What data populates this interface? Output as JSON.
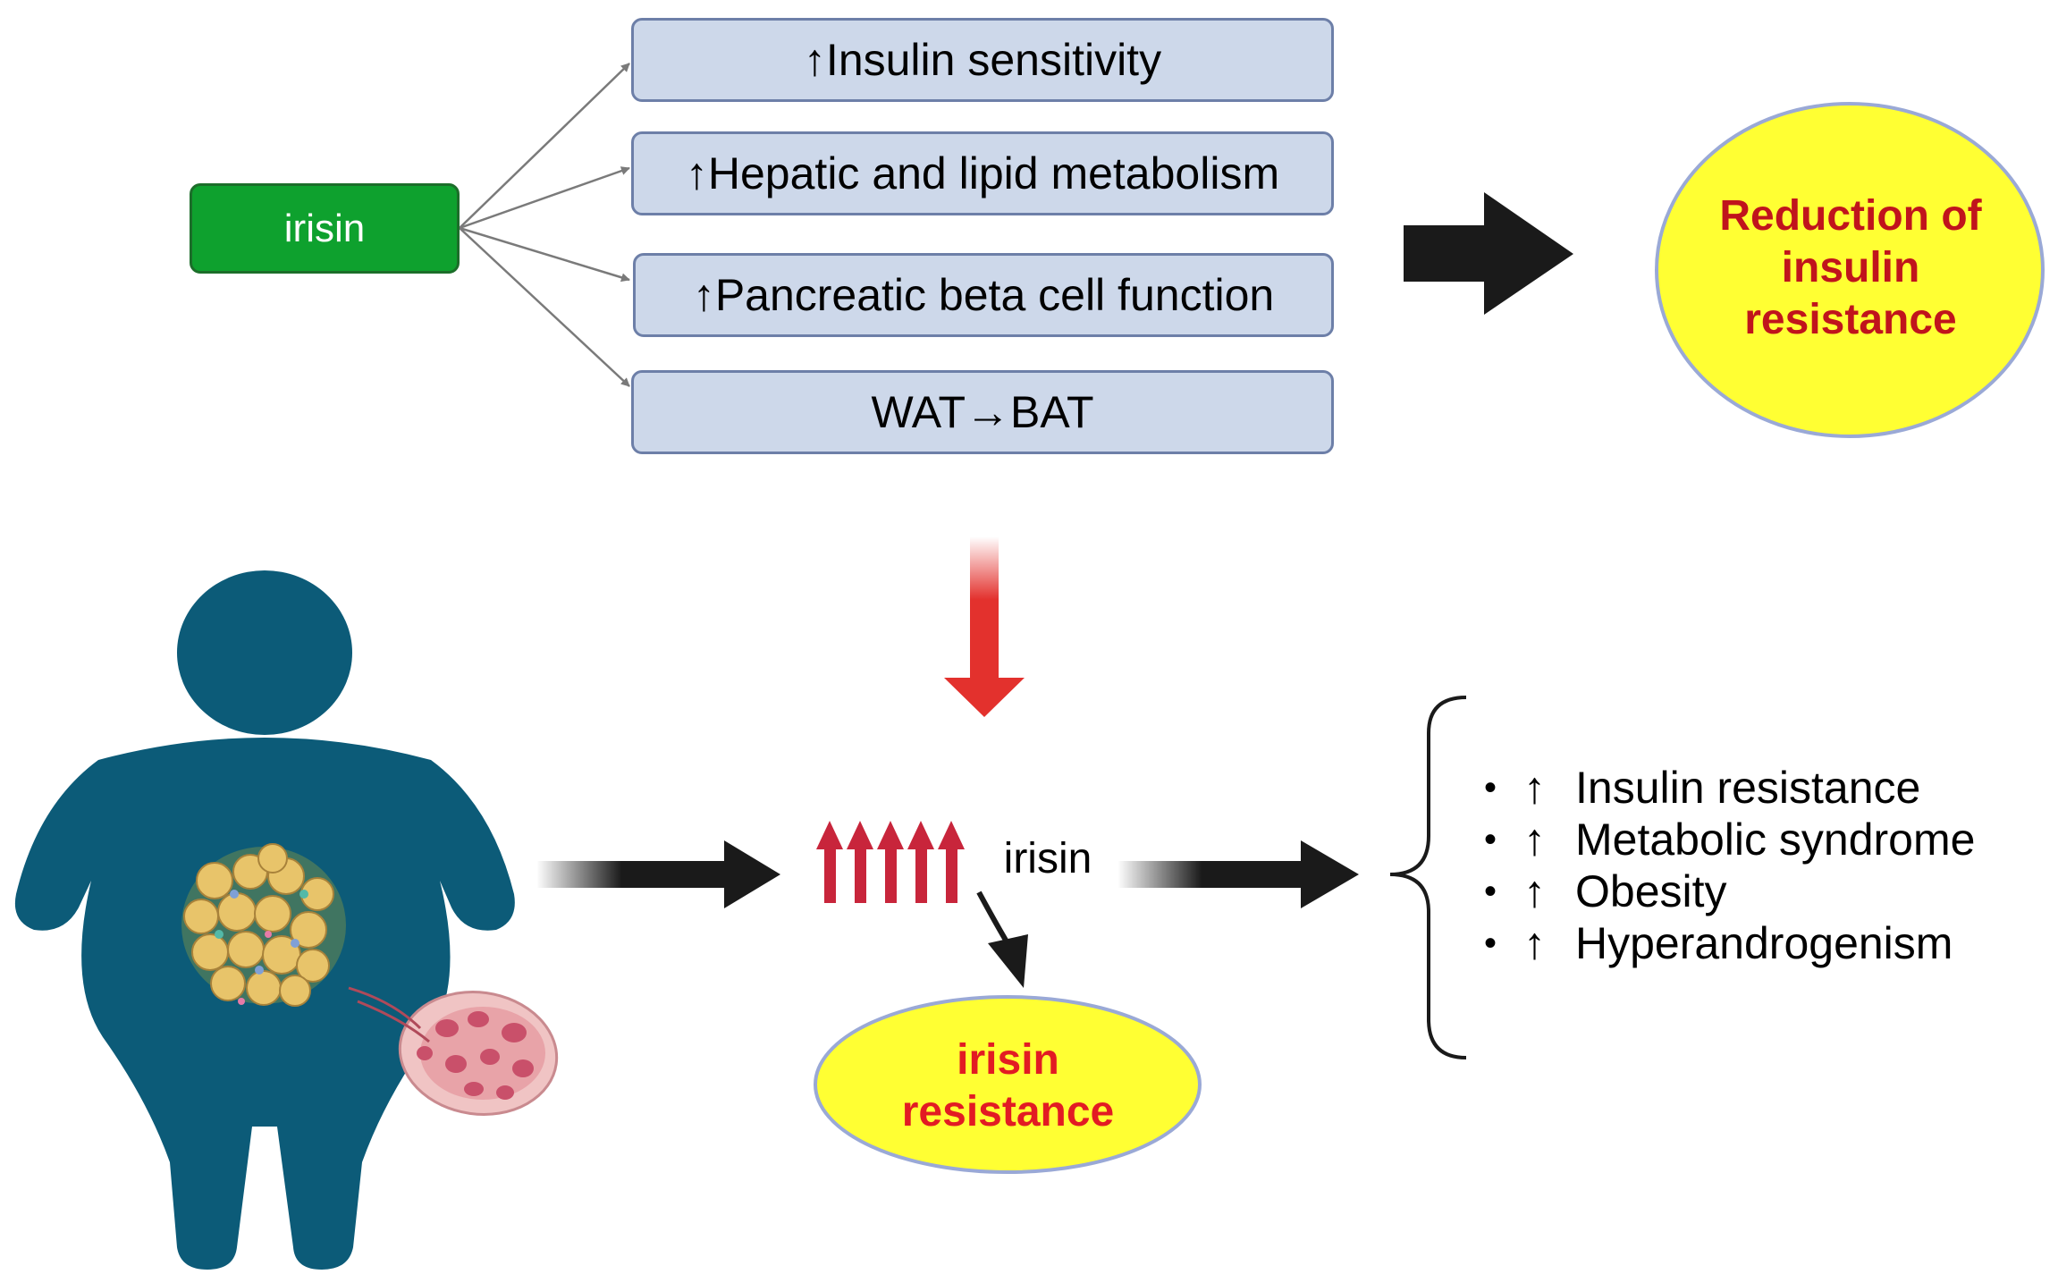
{
  "source": {
    "label": "irisin",
    "color": "#0ea12e"
  },
  "effects": [
    {
      "label": "↑Insulin sensitivity"
    },
    {
      "label": "↑Hepatic and lipid metabolism"
    },
    {
      "label": "↑Pancreatic beta cell function"
    },
    {
      "label": "WAT→BAT"
    }
  ],
  "outcome": {
    "line1": "Reduction of",
    "line2": "insulin",
    "line3": "resistance",
    "text_color": "#c0141c",
    "fill": "#ffff33"
  },
  "middle": {
    "label": "irisin"
  },
  "irisin_resistance": {
    "line1": "irisin",
    "line2": "resistance",
    "text_color": "#e21b23"
  },
  "consequences": [
    {
      "bullet": "•",
      "arrow": "↑",
      "text": "Insulin resistance"
    },
    {
      "bullet": "•",
      "arrow": "↑",
      "text": "Metabolic syndrome"
    },
    {
      "bullet": "•",
      "arrow": "↑",
      "text": "Obesity"
    },
    {
      "bullet": "•",
      "arrow": "↑",
      "text": "Hyperandrogenism"
    }
  ],
  "colors": {
    "figure": "#0c5b78",
    "down_arrow": "#e3312d",
    "small_arrows": "#c8253b"
  }
}
